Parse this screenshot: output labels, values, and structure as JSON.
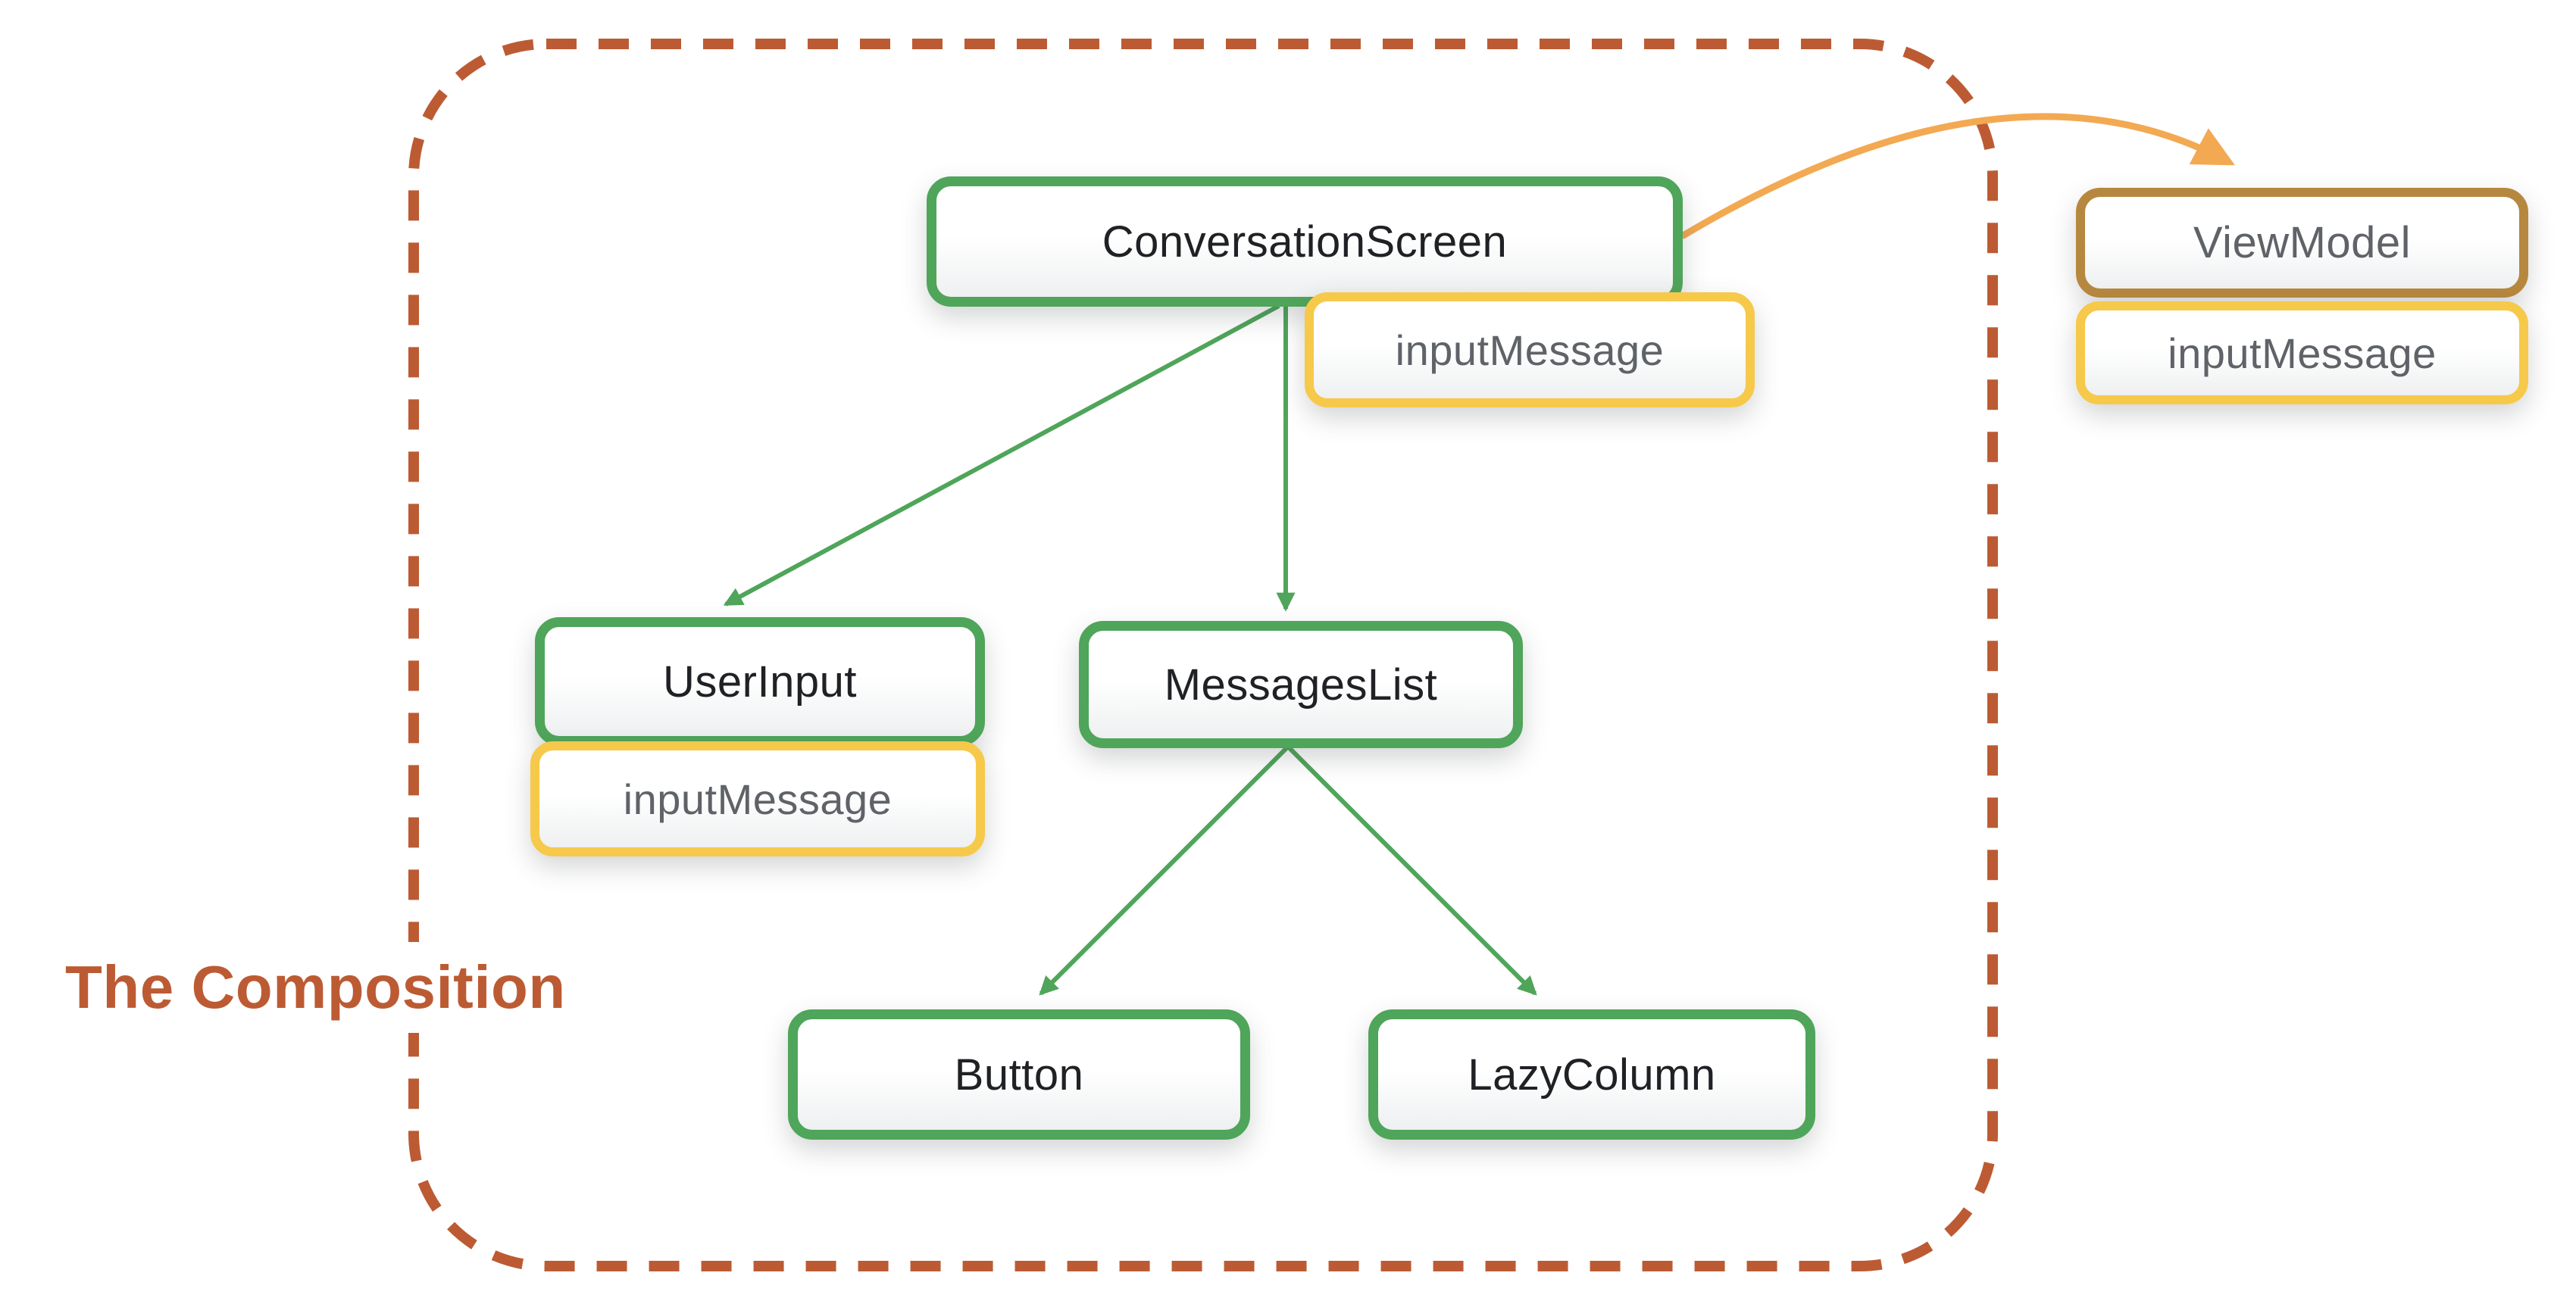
{
  "diagram": {
    "title": "The Composition",
    "nodes": {
      "conversation_screen": {
        "label": "ConversationScreen"
      },
      "user_input": {
        "label": "UserInput"
      },
      "messages_list": {
        "label": "MessagesList"
      },
      "button": {
        "label": "Button"
      },
      "lazy_column": {
        "label": "LazyColumn"
      },
      "view_model": {
        "label": "ViewModel"
      }
    },
    "badges": {
      "conversation_screen_state": {
        "label": "inputMessage"
      },
      "user_input_state": {
        "label": "inputMessage"
      },
      "view_model_state": {
        "label": "inputMessage"
      }
    },
    "edges": [
      {
        "from": "ConversationScreen",
        "to": "UserInput",
        "style": "green-arrow"
      },
      {
        "from": "ConversationScreen",
        "to": "MessagesList",
        "style": "green-arrow"
      },
      {
        "from": "MessagesList",
        "to": "Button",
        "style": "green-arrow"
      },
      {
        "from": "MessagesList",
        "to": "LazyColumn",
        "style": "green-arrow"
      },
      {
        "from": "ConversationScreen",
        "to": "ViewModel",
        "style": "orange-curved-arrow"
      }
    ],
    "colors": {
      "node_border_green": "#4FA55A",
      "badge_border_yellow": "#F6C94B",
      "viewmodel_border_brown": "#B6883F",
      "boundary_rust": "#BC5B33",
      "arrow_orange": "#F3A952",
      "node_text_dark": "#202124",
      "badge_text_gray": "#5F6368"
    }
  }
}
